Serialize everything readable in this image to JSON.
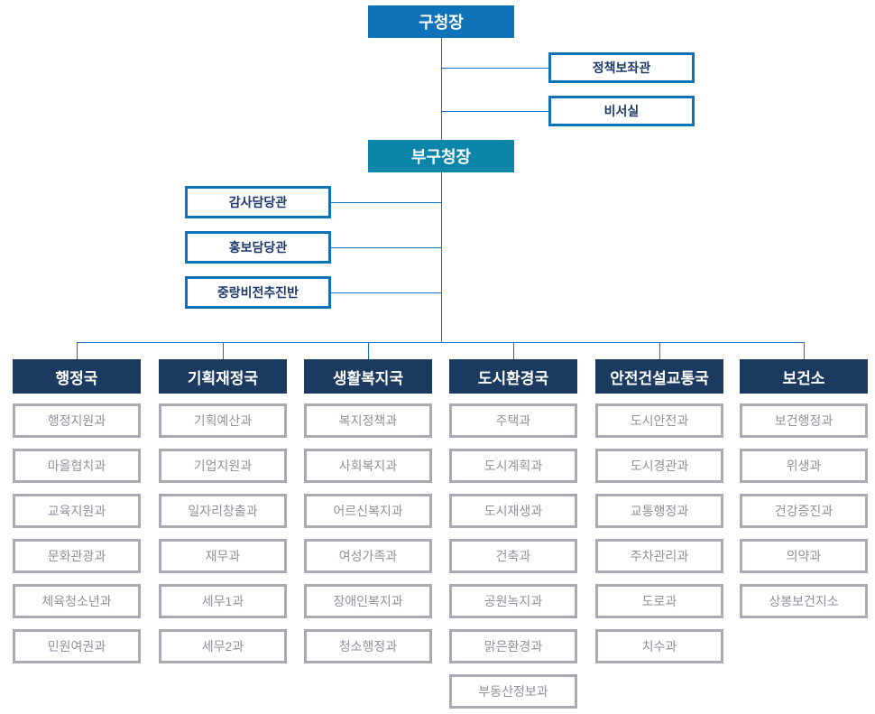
{
  "org": {
    "top": {
      "label": "구청장"
    },
    "advisors_right": [
      {
        "label": "정책보좌관"
      },
      {
        "label": "비서실"
      }
    ],
    "deputy": {
      "label": "부구청장"
    },
    "staff_left": [
      {
        "label": "감사담당관"
      },
      {
        "label": "홍보담당관"
      },
      {
        "label": "중랑비전추진반"
      }
    ],
    "departments": [
      {
        "name": "행정국",
        "divisions": [
          "행정지원과",
          "마을협치과",
          "교육지원과",
          "문화관광과",
          "체육청소년과",
          "민원여권과"
        ]
      },
      {
        "name": "기획재정국",
        "divisions": [
          "기획예산과",
          "기업지원과",
          "일자리창출과",
          "재무과",
          "세무1과",
          "세무2과"
        ]
      },
      {
        "name": "생활복지국",
        "divisions": [
          "복지정책과",
          "사회복지과",
          "어르신복지과",
          "여성가족과",
          "장애인복지과",
          "청소행정과"
        ]
      },
      {
        "name": "도시환경국",
        "divisions": [
          "주택과",
          "도시계획과",
          "도시재생과",
          "건축과",
          "공원녹지과",
          "맑은환경과",
          "부동산정보과"
        ]
      },
      {
        "name": "안전건설교통국",
        "divisions": [
          "도시안전과",
          "도시경관과",
          "교통행정과",
          "주차관리과",
          "도로과",
          "치수과"
        ]
      },
      {
        "name": "보건소",
        "divisions": [
          "보건행정과",
          "위생과",
          "건강증진과",
          "의약과",
          "상봉보건지소"
        ]
      }
    ],
    "colors": {
      "primary_blue": "#1072B9",
      "teal": "#0B86A8",
      "navy": "#1B3A5F",
      "outline_text": "#1F3A68",
      "division_border": "#A8ABB2",
      "division_text": "#8D929B",
      "line": "#1072B9"
    }
  }
}
